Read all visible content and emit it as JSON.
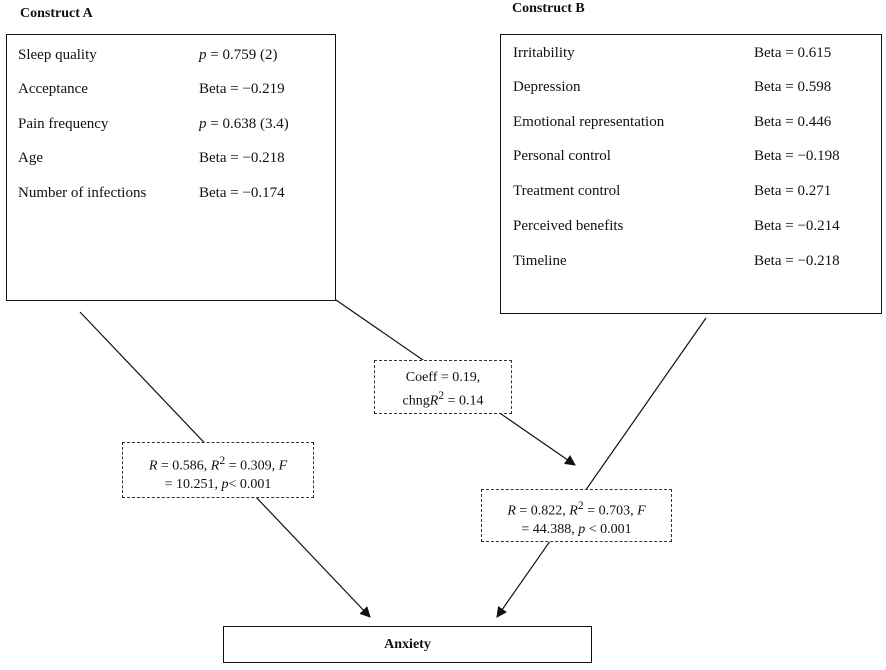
{
  "constructA": {
    "title": "Construct A",
    "rows": [
      {
        "label": "Sleep quality",
        "value_prefix": "p",
        "value": " = 0.759 (2)"
      },
      {
        "label": "Acceptance",
        "value_prefix": "",
        "value": "Beta = −0.219"
      },
      {
        "label": "Pain frequency",
        "value_prefix": "p",
        "value": " = 0.638 (3.4)"
      },
      {
        "label": "Age",
        "value_prefix": "",
        "value": "Beta = −0.218"
      },
      {
        "label": "Number of infections",
        "value_prefix": "",
        "value": "Beta = −0.174"
      }
    ]
  },
  "constructB": {
    "title": "Construct B",
    "rows": [
      {
        "label": "Irritability",
        "value": "Beta = 0.615"
      },
      {
        "label": "Depression",
        "value": "Beta = 0.598"
      },
      {
        "label": "Emotional representation",
        "value": "Beta = 0.446"
      },
      {
        "label": "Personal control",
        "value": "Beta = −0.198"
      },
      {
        "label": "Treatment control",
        "value": "Beta = 0.271"
      },
      {
        "label": "Perceived benefits",
        "value": "Beta = −0.214"
      },
      {
        "label": "Timeline",
        "value": "Beta = −0.218"
      }
    ]
  },
  "notes": {
    "mid": {
      "coeff": "Coeff = 0.19,",
      "chng_prefix": "chng",
      "r": "R",
      "sup": "2",
      "chng_value": " = 0.14"
    },
    "left": {
      "r": "R",
      "r_value": " = 0.586, ",
      "r2": "R",
      "sup": "2",
      "r2_value": " = 0.309, ",
      "f": "F",
      "line2_a": "= 10.251, ",
      "p": "p",
      "line2_b": "< 0.001"
    },
    "right": {
      "r": "R",
      "r_value": " = 0.822, ",
      "r2": "R",
      "sup": "2",
      "r2_value": " = 0.703, ",
      "f": "F",
      "line2_a": "= 44.388, ",
      "p": "p",
      "line2_b": " < 0.001"
    }
  },
  "outcome": {
    "label": "Anxiety"
  },
  "colors": {
    "line": "#111111",
    "background": "#ffffff"
  }
}
